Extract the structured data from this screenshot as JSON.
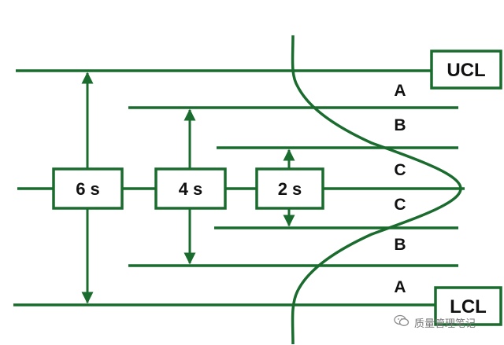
{
  "diagram": {
    "boxes": {
      "six_sigma": "6 s",
      "four_sigma": "4 s",
      "two_sigma": "2 s"
    },
    "limits": {
      "upper": "UCL",
      "lower": "LCL"
    },
    "zones": {
      "upper_a": "A",
      "upper_b": "B",
      "upper_c": "C",
      "lower_c": "C",
      "lower_b": "B",
      "lower_a": "A"
    },
    "colors": {
      "line": "#1a6b2e",
      "text": "#111111",
      "background": "#ffffff"
    }
  },
  "watermark": {
    "text": "质量管理笔记",
    "icon": "wechat-icon"
  }
}
